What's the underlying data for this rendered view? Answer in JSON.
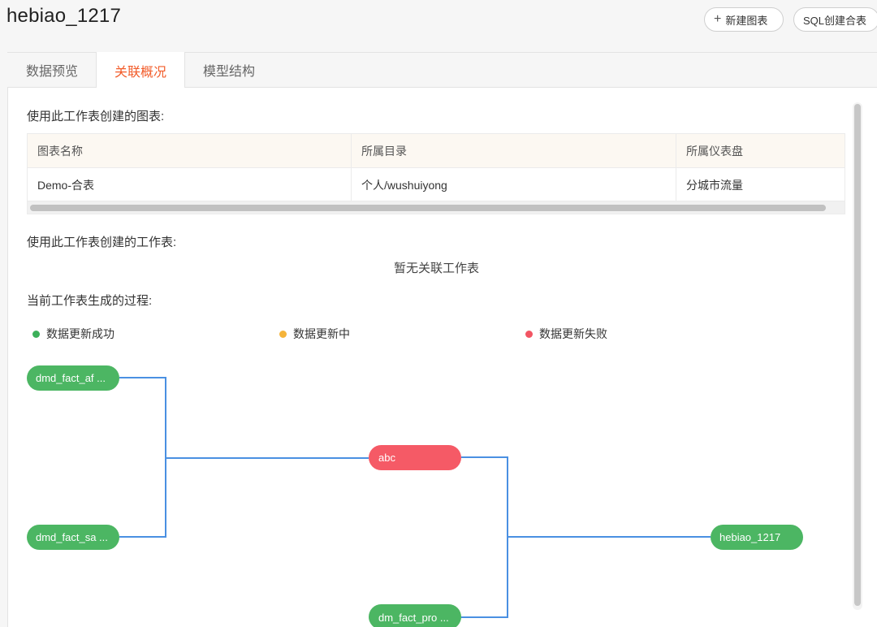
{
  "header": {
    "title": "hebiao_1217",
    "new_chart_label": "新建图表",
    "sql_merge_label": "SQL创建合表"
  },
  "tabs": [
    {
      "label": "数据预览",
      "active": false
    },
    {
      "label": "关联概况",
      "active": true
    },
    {
      "label": "模型结构",
      "active": false
    }
  ],
  "charts_section": {
    "title": "使用此工作表创建的图表:",
    "columns": [
      "图表名称",
      "所属目录",
      "所属仪表盘"
    ],
    "rows": [
      [
        "Demo-合表",
        "个人/wushuiyong",
        "分城市流量"
      ]
    ]
  },
  "worksheets_section": {
    "title": "使用此工作表创建的工作表:",
    "empty_text": "暂无关联工作表"
  },
  "process_section": {
    "title": "当前工作表生成的过程:",
    "legend": [
      {
        "label": "数据更新成功",
        "color": "#3cb05a"
      },
      {
        "label": "数据更新中",
        "color": "#f5b43a"
      },
      {
        "label": "数据更新失败",
        "color": "#f25563"
      }
    ],
    "nodes": [
      {
        "label": "dmd_fact_af ...",
        "status": "success"
      },
      {
        "label": "dmd_fact_sa ...",
        "status": "success"
      },
      {
        "label": "abc",
        "status": "failed"
      },
      {
        "label": "dm_fact_pro ...",
        "status": "success"
      },
      {
        "label": "hebiao_1217",
        "status": "success"
      }
    ],
    "colors": {
      "success": "#4cb663",
      "failed": "#f55a66",
      "line": "#4a90e2"
    }
  }
}
